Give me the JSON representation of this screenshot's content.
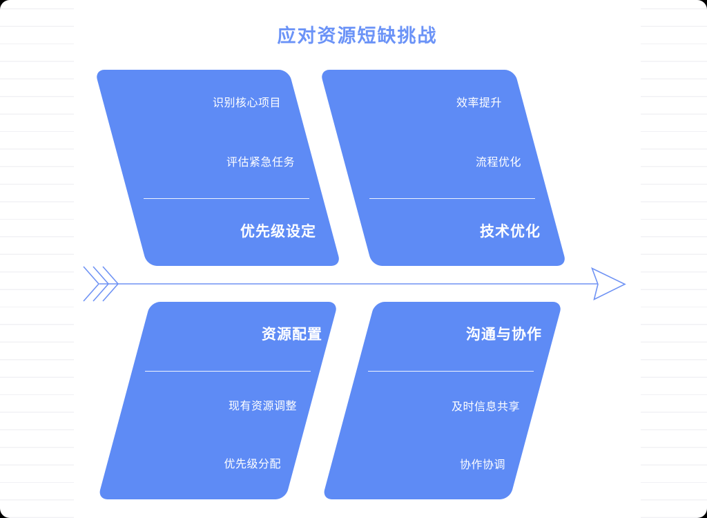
{
  "page": {
    "title": "应对资源短缺挑战"
  },
  "diagram": {
    "type": "fishbone",
    "direction": "right",
    "node_color": "#5E8BF5",
    "title_color": "#6B93F7",
    "arrow_color": "#6E92F4",
    "text_color": "#ffffff",
    "quadrants": [
      {
        "id": "top-left",
        "heading": "优先级设定",
        "items": [
          "识别核心项目",
          "评估紧急任务"
        ]
      },
      {
        "id": "top-right",
        "heading": "技术优化",
        "items": [
          "效率提升",
          "流程优化"
        ]
      },
      {
        "id": "bottom-left",
        "heading": "资源配置",
        "items": [
          "现有资源调整",
          "优先级分配"
        ]
      },
      {
        "id": "bottom-right",
        "heading": "沟通与协作",
        "items": [
          "及时信息共享",
          "协作协调"
        ]
      }
    ]
  }
}
